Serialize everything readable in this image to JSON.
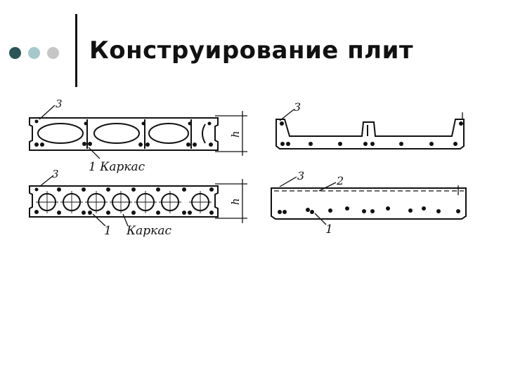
{
  "header": {
    "title": "Конструирование плит",
    "bullet_colors": [
      "#2b5557",
      "#a6c8cc",
      "#c6c6c6"
    ]
  },
  "figure": {
    "top_left": {
      "callout": "3",
      "label": "1 Каркас",
      "dim": "h"
    },
    "bottom_left": {
      "callout": "3",
      "label_a": "1",
      "label_b": "Каркас",
      "dim": "h"
    },
    "top_right": {
      "callout": "3"
    },
    "bottom_right": {
      "callout_a": "3",
      "callout_b": "2",
      "label": "1"
    }
  }
}
